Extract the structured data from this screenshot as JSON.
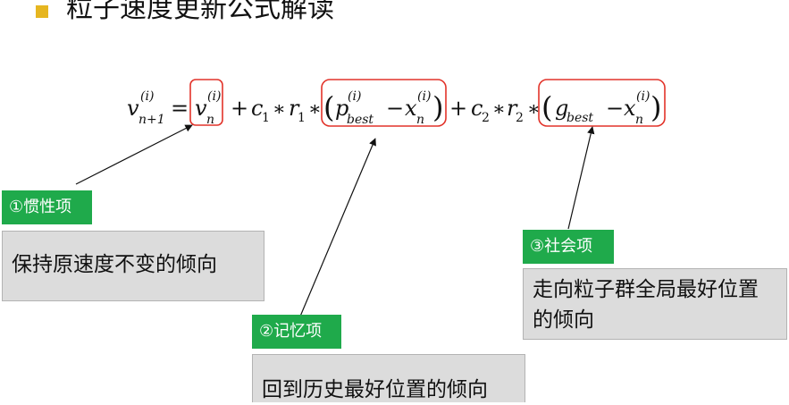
{
  "title": "粒子速度更新公式解读",
  "formula": {
    "lhs": {
      "base": "v",
      "sup": "(i)",
      "sub": "n+1"
    },
    "eq": "=",
    "term1": {
      "base": "v",
      "sup": "(i)",
      "sub": "n"
    },
    "plus1": "+",
    "c1": {
      "base": "c",
      "sub": "1"
    },
    "star": "∗",
    "r1": {
      "base": "r",
      "sub": "1"
    },
    "pbest": {
      "base": "p",
      "sup": "(i)",
      "sub": "best"
    },
    "minus": "−",
    "xn": {
      "base": "x",
      "sup": "(i)",
      "sub": "n"
    },
    "plus2": "+",
    "c2": {
      "base": "c",
      "sub": "2"
    },
    "r2": {
      "base": "r",
      "sub": "2"
    },
    "gbest": {
      "base": "g",
      "sub": "best"
    },
    "lparen": "(",
    "rparen": ")"
  },
  "labels": {
    "inertia": {
      "tag": "①惯性项",
      "desc": "保持原速度不变的倾向"
    },
    "memory": {
      "tag": "②记忆项",
      "desc": "回到历史最好位置的倾向"
    },
    "social": {
      "tag": "③社会项",
      "desc": "走向粒子群全局最好位置的倾向"
    }
  },
  "colors": {
    "highlight_box": "#e2332a",
    "tag_bg": "#1faa4b",
    "desc_bg": "#dcdcdc",
    "bullet": "#e6b620"
  }
}
